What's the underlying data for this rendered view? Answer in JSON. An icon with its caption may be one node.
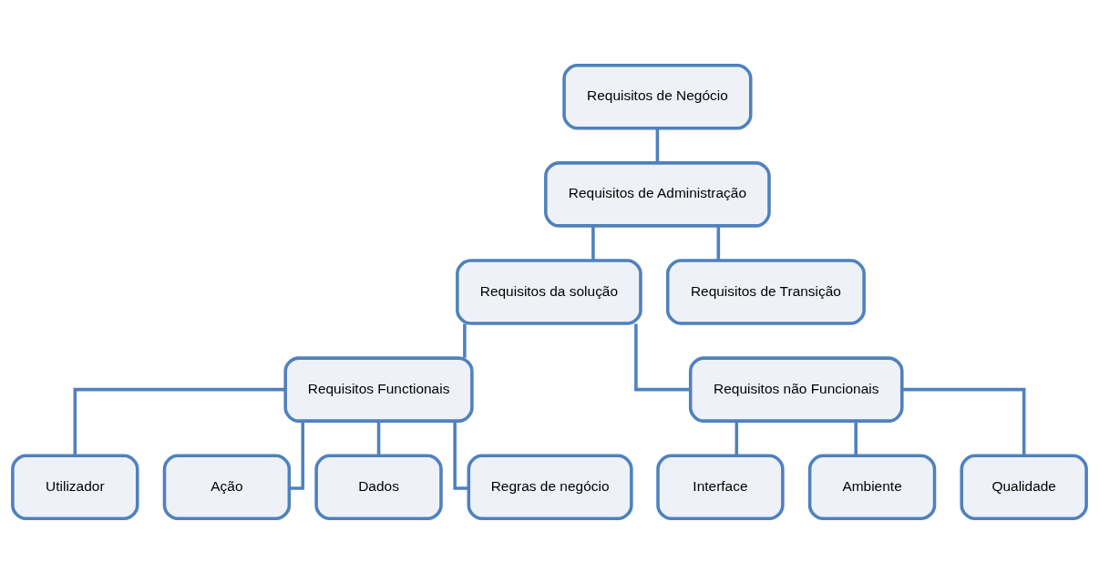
{
  "diagram": {
    "nodes": [
      {
        "text": [
          "Requisitos de Negócio"
        ]
      },
      {
        "text": [
          "Requisitos de Administração"
        ]
      },
      {
        "text": [
          "Requisitos da solução"
        ]
      },
      {
        "text": [
          "Requisitos de Transição"
        ]
      },
      {
        "text": [
          "Requisitos Functionais"
        ]
      },
      {
        "text": [
          "Requisitos não Funcionais"
        ]
      },
      {
        "text": [
          "Utilizador"
        ]
      },
      {
        "text": [
          "Ação"
        ]
      },
      {
        "text": [
          "Dados"
        ]
      },
      {
        "text": [
          "Regras de negócio"
        ]
      },
      {
        "text": [
          "Interface"
        ]
      },
      {
        "text": [
          "Ambiente"
        ]
      },
      {
        "text": [
          "Qualidade"
        ]
      }
    ],
    "edges": [
      {
        "from": 0,
        "to": 1,
        "arrow": "none"
      },
      {
        "from": 1,
        "to": 2,
        "arrow": "none"
      },
      {
        "from": 1,
        "to": 3,
        "arrow": "none"
      },
      {
        "from": 2,
        "to": 4,
        "arrow": "none"
      },
      {
        "from": 2,
        "to": 5,
        "arrow": "none"
      },
      {
        "from": 4,
        "to": 6,
        "arrow": "none"
      },
      {
        "from": 4,
        "to": 7,
        "arrow": "none"
      },
      {
        "from": 4,
        "to": 8,
        "arrow": "none"
      },
      {
        "from": 4,
        "to": 9,
        "arrow": "none"
      },
      {
        "from": 5,
        "to": 10,
        "arrow": "none"
      },
      {
        "from": 5,
        "to": 11,
        "arrow": "none"
      },
      {
        "from": 5,
        "to": 12,
        "arrow": "none"
      }
    ]
  }
}
